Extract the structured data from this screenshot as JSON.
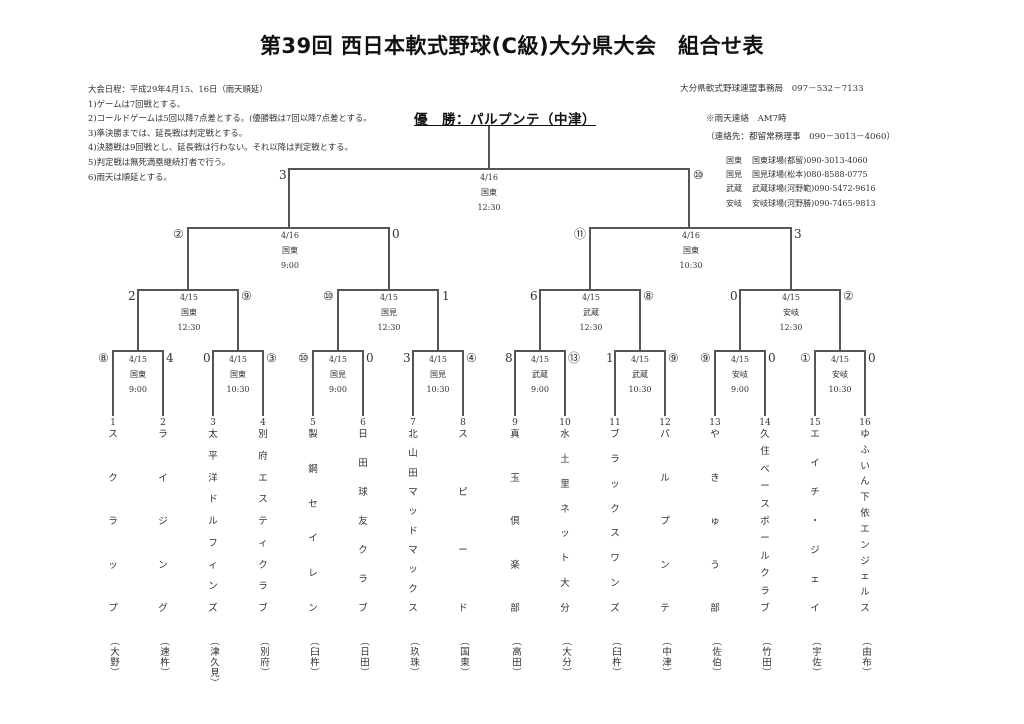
{
  "header": {
    "title": "第39回 西日本軟式野球(C級)大分県大会　組合せ表"
  },
  "rules": [
    "大会日程：平成29年4月15、16日（雨天順延）",
    "1)ゲームは7回戦とする。",
    "2)コールドゲームは5回以降7点差とする。(優勝戦は7回以降7点差とする。",
    "3)準決勝までは、延長戦は判定戦とする。",
    "4)決勝戦は9回戦とし、延長戦は行わない。それ以降は判定戦とする。",
    "5)判定戦は無死満塁継続打者で行う。",
    "6)雨天は順延とする。"
  ],
  "contact": "大分県軟式野球連盟事務局　097－532－7133",
  "rain_notice": {
    "line1": "※雨天連絡　AM7時",
    "line2": "（連絡先：都留常務理事　090－3013－4060）"
  },
  "venues": [
    {
      "area": "国東",
      "detail": "国東球場(都留)090-3013-4060"
    },
    {
      "area": "国見",
      "detail": "国見球場(松本)080-8588-0775"
    },
    {
      "area": "武蔵",
      "detail": "武蔵球場(河野範)090-5472-9616"
    },
    {
      "area": "安岐",
      "detail": "安岐球場(河野勝)090-7465-9813"
    }
  ],
  "champion": "優　勝：パルプンテ（中津）",
  "bracket": {
    "final": {
      "date": "4/16",
      "venue": "国東",
      "time": "12:30",
      "score_left": "3",
      "score_right": "⑩"
    },
    "semis": [
      {
        "date": "4/16",
        "venue": "国東",
        "time": "9:00",
        "score_left": "②",
        "score_right": "0"
      },
      {
        "date": "4/16",
        "venue": "国東",
        "time": "10:30",
        "score_left": "⑪",
        "score_right": "3"
      }
    ],
    "quarters": [
      {
        "date": "4/15",
        "venue": "国東",
        "time": "12:30",
        "score_left": "2",
        "score_right": "⑨"
      },
      {
        "date": "4/15",
        "venue": "国見",
        "time": "12:30",
        "score_left": "⑩",
        "score_right": "1"
      },
      {
        "date": "4/15",
        "venue": "武蔵",
        "time": "12:30",
        "score_left": "6",
        "score_right": "⑧"
      },
      {
        "date": "4/15",
        "venue": "安岐",
        "time": "12:30",
        "score_left": "0",
        "score_right": "②"
      }
    ],
    "round1": [
      {
        "date": "4/15",
        "venue": "国東",
        "time": "9:00",
        "score_left": "⑧",
        "score_right": "4"
      },
      {
        "date": "4/15",
        "venue": "国東",
        "time": "10:30",
        "score_left": "0",
        "score_right": "③"
      },
      {
        "date": "4/15",
        "venue": "国見",
        "time": "9:00",
        "score_left": "⑩",
        "score_right": "0"
      },
      {
        "date": "4/15",
        "venue": "国見",
        "time": "10:30",
        "score_left": "3",
        "score_right": "④"
      },
      {
        "date": "4/15",
        "venue": "武蔵",
        "time": "9:00",
        "score_left": "8",
        "score_right": "⑬"
      },
      {
        "date": "4/15",
        "venue": "武蔵",
        "time": "10:30",
        "score_left": "1",
        "score_right": "⑨"
      },
      {
        "date": "4/15",
        "venue": "安岐",
        "time": "9:00",
        "score_left": "⑨",
        "score_right": "0"
      },
      {
        "date": "4/15",
        "venue": "安岐",
        "time": "10:30",
        "score_left": "①",
        "score_right": "0"
      }
    ]
  },
  "teams": [
    {
      "num": "1",
      "name": [
        "ス",
        "ク",
        "ラ",
        "ッ",
        "プ"
      ],
      "pref": "大野"
    },
    {
      "num": "2",
      "name": [
        "ラ",
        "イ",
        "ジ",
        "ン",
        "グ"
      ],
      "pref": "速杵"
    },
    {
      "num": "3",
      "name": [
        "太",
        "平",
        "洋",
        "ド",
        "ル",
        "フ",
        "ィ",
        "ン",
        "ズ"
      ],
      "pref": "津久見"
    },
    {
      "num": "4",
      "name": [
        "別",
        "府",
        "エ",
        "ス",
        "テ",
        "ィ",
        "ク",
        "ラ",
        "ブ"
      ],
      "pref": "別府"
    },
    {
      "num": "5",
      "name": [
        "製",
        "鋼",
        "セ",
        "イ",
        "レ",
        "ン"
      ],
      "pref": "臼杵"
    },
    {
      "num": "6",
      "name": [
        "日",
        "田",
        "球",
        "友",
        "ク",
        "ラ",
        "ブ"
      ],
      "pref": "日田"
    },
    {
      "num": "7",
      "name": [
        "北",
        "山",
        "田",
        "マ",
        "ッ",
        "ド",
        "マ",
        "ッ",
        "ク",
        "ス"
      ],
      "pref": "玖珠"
    },
    {
      "num": "8",
      "name": [
        "ス",
        "ピ",
        "ー",
        "ド"
      ],
      "pref": "国東"
    },
    {
      "num": "9",
      "name": [
        "真",
        "玉",
        "倶",
        "楽",
        "部"
      ],
      "pref": "高田"
    },
    {
      "num": "10",
      "name": [
        "水",
        "土",
        "里",
        "ネ",
        "ッ",
        "ト",
        "大",
        "分"
      ],
      "pref": "大分"
    },
    {
      "num": "11",
      "name": [
        "ブ",
        "ラ",
        "ッ",
        "ク",
        "ス",
        "ワ",
        "ン",
        "ズ"
      ],
      "pref": "臼杵"
    },
    {
      "num": "12",
      "name": [
        "パ",
        "ル",
        "プ",
        "ン",
        "テ"
      ],
      "pref": "中津"
    },
    {
      "num": "13",
      "name": [
        "や",
        "き",
        "ゅ",
        "う",
        "部"
      ],
      "pref": "佐伯"
    },
    {
      "num": "14",
      "name": [
        "久",
        "住",
        "ベ",
        "ー",
        "ス",
        "ボ",
        "ー",
        "ル",
        "ク",
        "ラ",
        "ブ"
      ],
      "pref": "竹田"
    },
    {
      "num": "15",
      "name": [
        "エ",
        "イ",
        "チ",
        "・",
        "ジ",
        "ェ",
        "イ"
      ],
      "pref": "宇佐"
    },
    {
      "num": "16",
      "name": [
        "ゆ",
        "ふ",
        "い",
        "ん",
        "下",
        "依",
        "エ",
        "ン",
        "ジ",
        "ェ",
        "ル",
        "ス"
      ],
      "pref": "由布"
    }
  ]
}
